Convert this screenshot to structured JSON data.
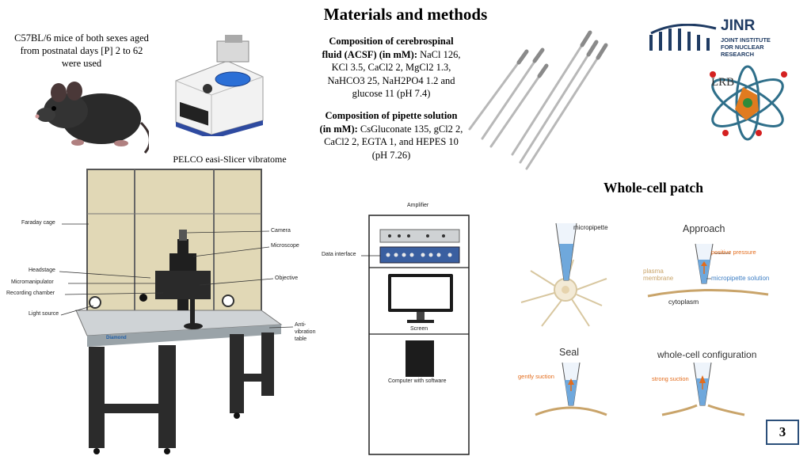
{
  "slide": {
    "title": "Materials and methods",
    "page_number": "3"
  },
  "mice": {
    "caption": "C57BL/6 mice of both sexes aged from postnatal days [P] 2 to 62 were used"
  },
  "vibratome": {
    "caption": "PELCO easi-Slicer vibratome"
  },
  "solutions": {
    "acsf_label": "Composition of cerebrospinal fluid (ACSF) (in mM):",
    "acsf_text": " NaCl 126, KCl 3.5, CaCl2 2, MgCl2 1.3, NaHCO3 25, NaH2PO4 1.2 and glucose 11 (pH 7.4)",
    "pipette_label": "Composition of pipette solution (in mM):",
    "pipette_text": " CsGluconate 135, gCl2 2, CaCl2 2, EGTA 1, and HEPES 10 (pH 7.26)"
  },
  "logos": {
    "jinr_title": "JINR",
    "jinr_line1": "JOINT INSTITUTE",
    "jinr_line2": "FOR NUCLEAR RESEARCH",
    "lrb": "LRB"
  },
  "rig": {
    "faraday_cage": "Faraday cage",
    "camera": "Camera",
    "microscope": "Microscope",
    "headstage": "Headstage",
    "micromanipulator": "Micromanipulator",
    "recording_chamber": "Recording chamber",
    "objective": "Objective",
    "light_source": "Light source",
    "anti_vibration_1": "Anti-vibration",
    "anti_vibration_2": "table",
    "brand": "Diamond"
  },
  "equipment": {
    "amplifier": "Amplifier",
    "data_interface": "Data interface",
    "screen": "Screen",
    "computer": "Computer with software"
  },
  "patch": {
    "heading": "Whole-cell patch",
    "micropipette": "micropipette",
    "approach": "Approach",
    "positive_pressure": "positive pressure",
    "plasma_membrane_1": "plasma",
    "plasma_membrane_2": "membrane",
    "micropipette_solution": "micropipette solution",
    "cytoplasm": "cytoplasm",
    "seal": "Seal",
    "gently_suction": "gently suction",
    "whole_cell_config": "whole-cell configuration",
    "strong_suction": "strong suction"
  },
  "colors": {
    "frame_blue": "#2b4f7a",
    "pipette_blue": "#6fa8dc",
    "orange": "#e36c1c",
    "membrane": "#c9a46a"
  }
}
